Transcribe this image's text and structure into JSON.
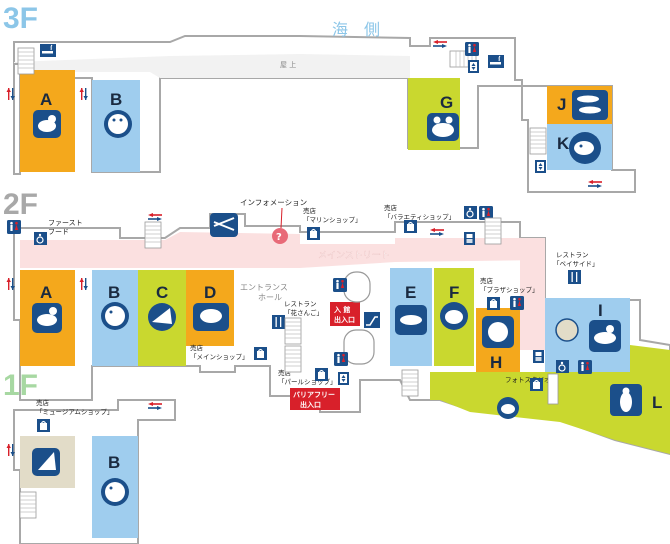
{
  "floors": {
    "f3": {
      "label": "3F"
    },
    "f2": {
      "label": "2F"
    },
    "f1": {
      "label": "1F"
    }
  },
  "labels": {
    "sea_side": "海　側",
    "rooftop": "屋 上",
    "info": "インフォメーション",
    "main_street": "メインストリート",
    "entrance_hall_1": "エントランス",
    "entrance_hall_2": "ホール",
    "entrance_1": "入 館",
    "entrance_2": "出入口",
    "barrier_free_1": "バリアフリー",
    "barrier_free_2": "出入口",
    "photo_studio": "フォトスタジオ"
  },
  "shops": {
    "fast_food_1": "ファースト",
    "fast_food_2": "フード",
    "marine_1": "売店",
    "marine_2": "「マリンショップ」",
    "variety_1": "売店",
    "variety_2": "「バラエティショップ」",
    "hanasango_1": "レストラン",
    "hanasango_2": "「花さんご」",
    "main_shop_1": "売店",
    "main_shop_2": "「メインショップ」",
    "pearl_1": "売店",
    "pearl_2": "「パールショップ」",
    "plaza_1": "売店",
    "plaza_2": "「プラザショップ」",
    "bayside_1": "レストラン",
    "bayside_2": "「ベイサイド」",
    "museum_1": "売店",
    "museum_2": "「ミュージアムショップ」"
  },
  "zones": {
    "f3_a": "A",
    "f3_b": "B",
    "f3_g": "G",
    "f3_j": "J",
    "f3_k": "K",
    "f2_a": "A",
    "f2_b": "B",
    "f2_c": "C",
    "f2_d": "D",
    "f2_e": "E",
    "f2_f": "F",
    "f2_h": "H",
    "f2_i": "I",
    "f2_l": "L",
    "f1_b": "B"
  },
  "colors": {
    "orange": "#f4a81c",
    "light_blue": "#9fcdee",
    "lime": "#c9d82f",
    "beige": "#e2dcc8",
    "street": "#fbe0e0",
    "wall": "#a8a8a8",
    "floor_3f": "#8cc6e8",
    "floor_2f": "#a8a8a8",
    "floor_1f": "#a7d8a2",
    "red": "#d8202a",
    "icon_blue": "#1b4f8a"
  }
}
